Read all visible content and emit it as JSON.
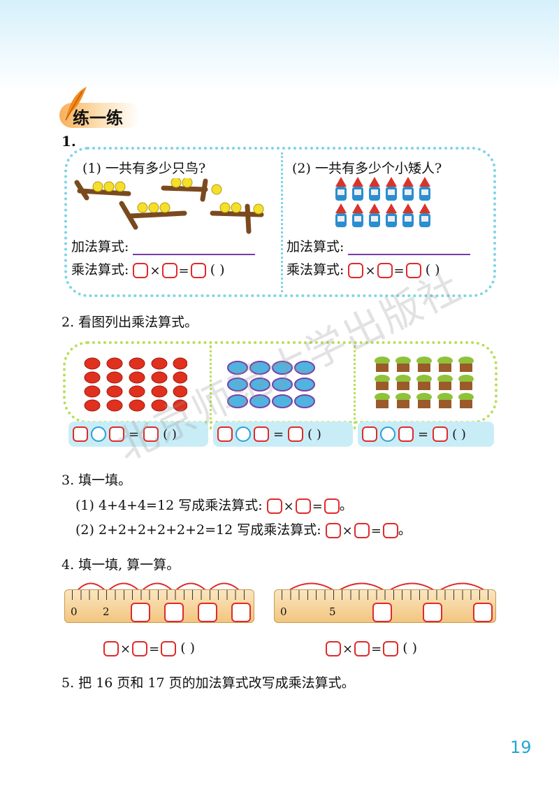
{
  "section": {
    "title": "练一练",
    "icon": "feather-icon"
  },
  "q1": {
    "number": "1.",
    "left": {
      "prompt": "(1) 一共有多少只鸟?",
      "addition_label": "加法算式:",
      "mult_label": "乘法算式:",
      "blank_paren": "( )"
    },
    "right": {
      "prompt": "(2) 一共有多少个小矮人?",
      "addition_label": "加法算式:",
      "mult_label": "乘法算式:",
      "blank_paren": "( )"
    },
    "times": "×",
    "equals": "="
  },
  "q2": {
    "title": "2. 看图列出乘法算式。",
    "equals": "=",
    "blank_paren": "( )"
  },
  "q3": {
    "title": "3. 填一填。",
    "line1": "(1) 4+4+4=12 写成乘法算式:",
    "line2": "(2) 2+2+2+2+2+2=12 写成乘法算式:",
    "times": "×",
    "equals": "=",
    "end": "。"
  },
  "q4": {
    "title": "4. 填一填, 算一算。",
    "ruler1": {
      "label_0": "0",
      "label_2": "2"
    },
    "ruler2": {
      "label_0": "0",
      "label_5": "5"
    },
    "times": "×",
    "equals": "=",
    "blank_paren": "( )"
  },
  "q5": {
    "title": "5. 把 16 页和 17 页的加法算式改写成乘法算式。"
  },
  "page_number": "19",
  "watermark": "北京师范大学出版社",
  "colors": {
    "box_border": "#e02a2a",
    "circle_border": "#2aa0d8",
    "panel1_border": "#7fd4e8",
    "panel2_border": "#b8df5a",
    "page_number": "#23a6d5"
  }
}
